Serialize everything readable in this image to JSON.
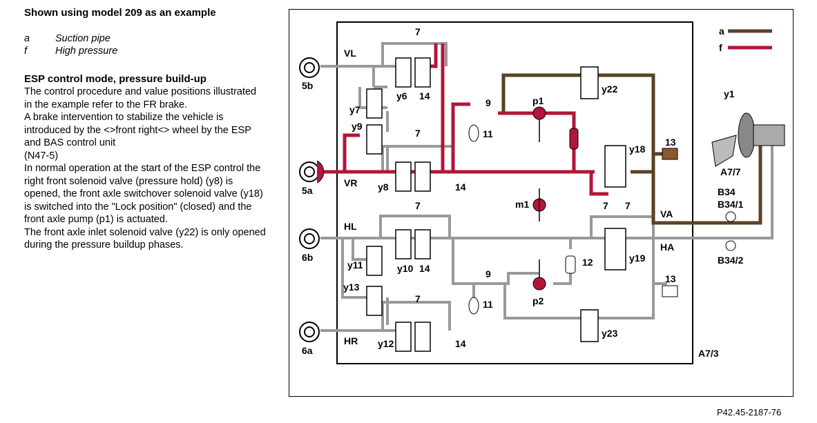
{
  "heading": "Shown using model 209 as an example",
  "legend_items": [
    {
      "key": "a",
      "text": "Suction pipe"
    },
    {
      "key": "f",
      "text": "High pressure"
    }
  ],
  "section_title": "ESP control mode, pressure build-up",
  "paragraphs": [
    "The control procedure and value positions illustrated in the example refer to the    FR brake.",
    "A brake intervention to stabilize the vehicle is introduced by the <>front right<> wheel by the ESP and BAS control unit",
    "(N47-5)",
    "In normal operation at the start of the ESP control the right front solenoid valve (pressure hold) (y8) is opened, the front axle switchover solenoid valve (y18) is switched into the \"Lock position\" (closed) and the front axle pump (p1) is actuated.",
    "The front axle inlet solenoid valve (y22) is only opened during the pressure buildup phases."
  ],
  "diagram": {
    "legend": [
      {
        "key": "a",
        "color": "#5a4224"
      },
      {
        "key": "f",
        "color": "#b3163a"
      }
    ],
    "colors": {
      "suction": "#5a4224",
      "pressure": "#b3163a",
      "pipe": "#c8c8c8",
      "pipe_edge": "#555555"
    },
    "labels": {
      "vl": "VL",
      "vr": "VR",
      "hl": "HL",
      "hr": "HR",
      "va": "VA",
      "ha": "HA",
      "w5b": "5b",
      "w5a": "5a",
      "w6b": "6b",
      "w6a": "6a",
      "y1": "y1",
      "y6": "y6",
      "y7": "y7",
      "y8": "y8",
      "y9": "y9",
      "y10": "y10",
      "y11": "y11",
      "y12": "y12",
      "y13": "y13",
      "y18": "y18",
      "y19": "y19",
      "y22": "y22",
      "y23": "y23",
      "p1": "p1",
      "p2": "p2",
      "m1": "m1",
      "n7a": "7",
      "n7b": "7",
      "n7c": "7",
      "n7d": "7",
      "n7e": "7",
      "n7f": "7",
      "n9a": "9",
      "n9b": "9",
      "n11a": "11",
      "n11b": "11",
      "n12": "12",
      "n13a": "13",
      "n13b": "13",
      "n14a": "14",
      "n14b": "14",
      "n14c": "14",
      "n14d": "14",
      "a77": "A7/7",
      "b34": "B34",
      "b341": "B34/1",
      "b342": "B34/2",
      "a73": "A7/3"
    }
  },
  "reference": "P42.45-2187-76"
}
